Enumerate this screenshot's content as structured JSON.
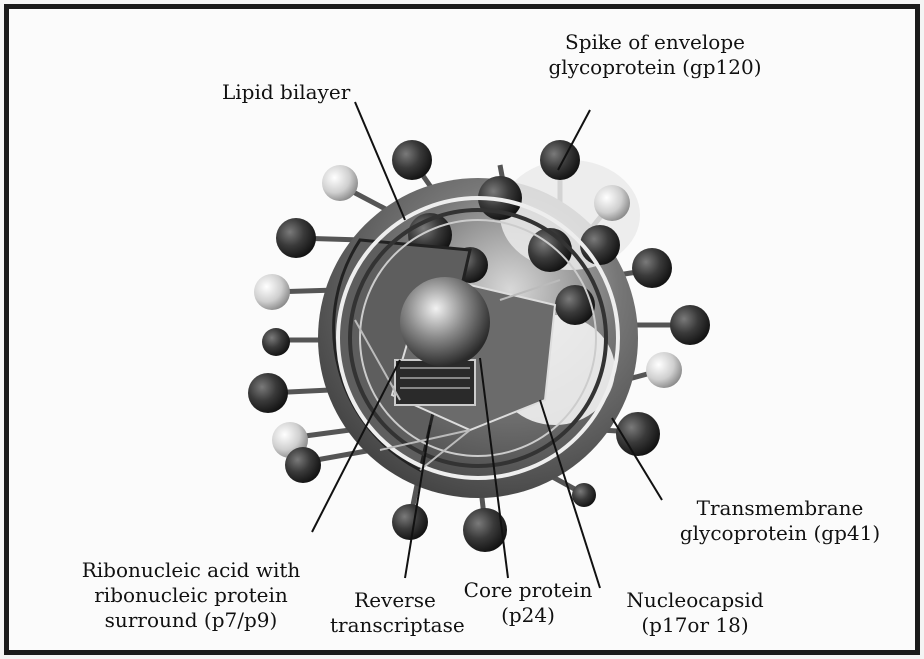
{
  "labels": {
    "lipid_bilayer": "Lipid bilayer",
    "spike": "Spike of envelope",
    "spike_line2": "glycoprotein (gp120)",
    "transmembrane": "Transmembrane",
    "transmembrane_line2": "glycoprotein (gp41)",
    "rna": "Ribonucleic acid with",
    "rna_line2": "ribonucleic protein",
    "rna_line3": "surround (p7/p9)",
    "reverse": "Reverse",
    "reverse_line2": "transcriptase",
    "core": "Core protein",
    "core_line2": "(p24)",
    "nucleocapsid": "Nucleocapsid",
    "nucleocapsid_line2": "(p17or 18)"
  }
}
